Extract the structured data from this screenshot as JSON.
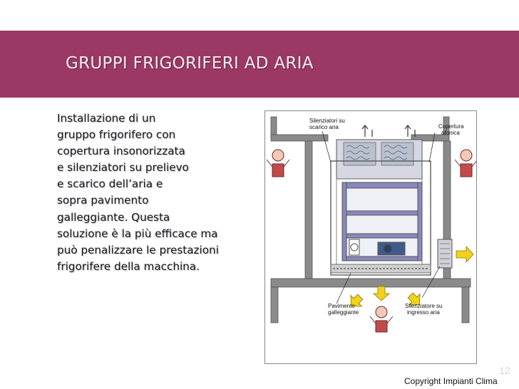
{
  "slide": {
    "title": "GRUPPI FRIGORIFERI AD ARIA",
    "body_lines": [
      "Installazione di un",
      "gruppo frigorifero con",
      "copertura insonorizzata",
      "e silenziatori su prelievo",
      "e scarico dell’aria e",
      "sopra pavimento",
      "galleggiante. Questa",
      "soluzione è la più efficace ma",
      "può penalizzare le prestazioni",
      "frigorifere della macchina."
    ],
    "copyright": "Copyright Impianti Clima",
    "page_number": "12"
  },
  "figure": {
    "labels": {
      "silenziatori_scarico_1": "Silenziatori su",
      "silenziatori_scarico_2": "scarico aria",
      "copertura_1": "Copertura",
      "copertura_2": "afonica",
      "pavimento_1": "Pavimento",
      "pavimento_2": "galleggiante",
      "silenziatore_ingresso_1": "Silenziatore su",
      "silenziatore_ingresso_2": "ingresso aria"
    },
    "icons": [
      "annoyed-person-icon",
      "air-flow-arrow-icon"
    ]
  },
  "colors": {
    "banner": "#9b3863",
    "title_text": "#f4eef1",
    "wall_gray": "#8a8a8a",
    "machine_blue": "#8888c0",
    "arrow_yellow": "#f2d21a"
  }
}
